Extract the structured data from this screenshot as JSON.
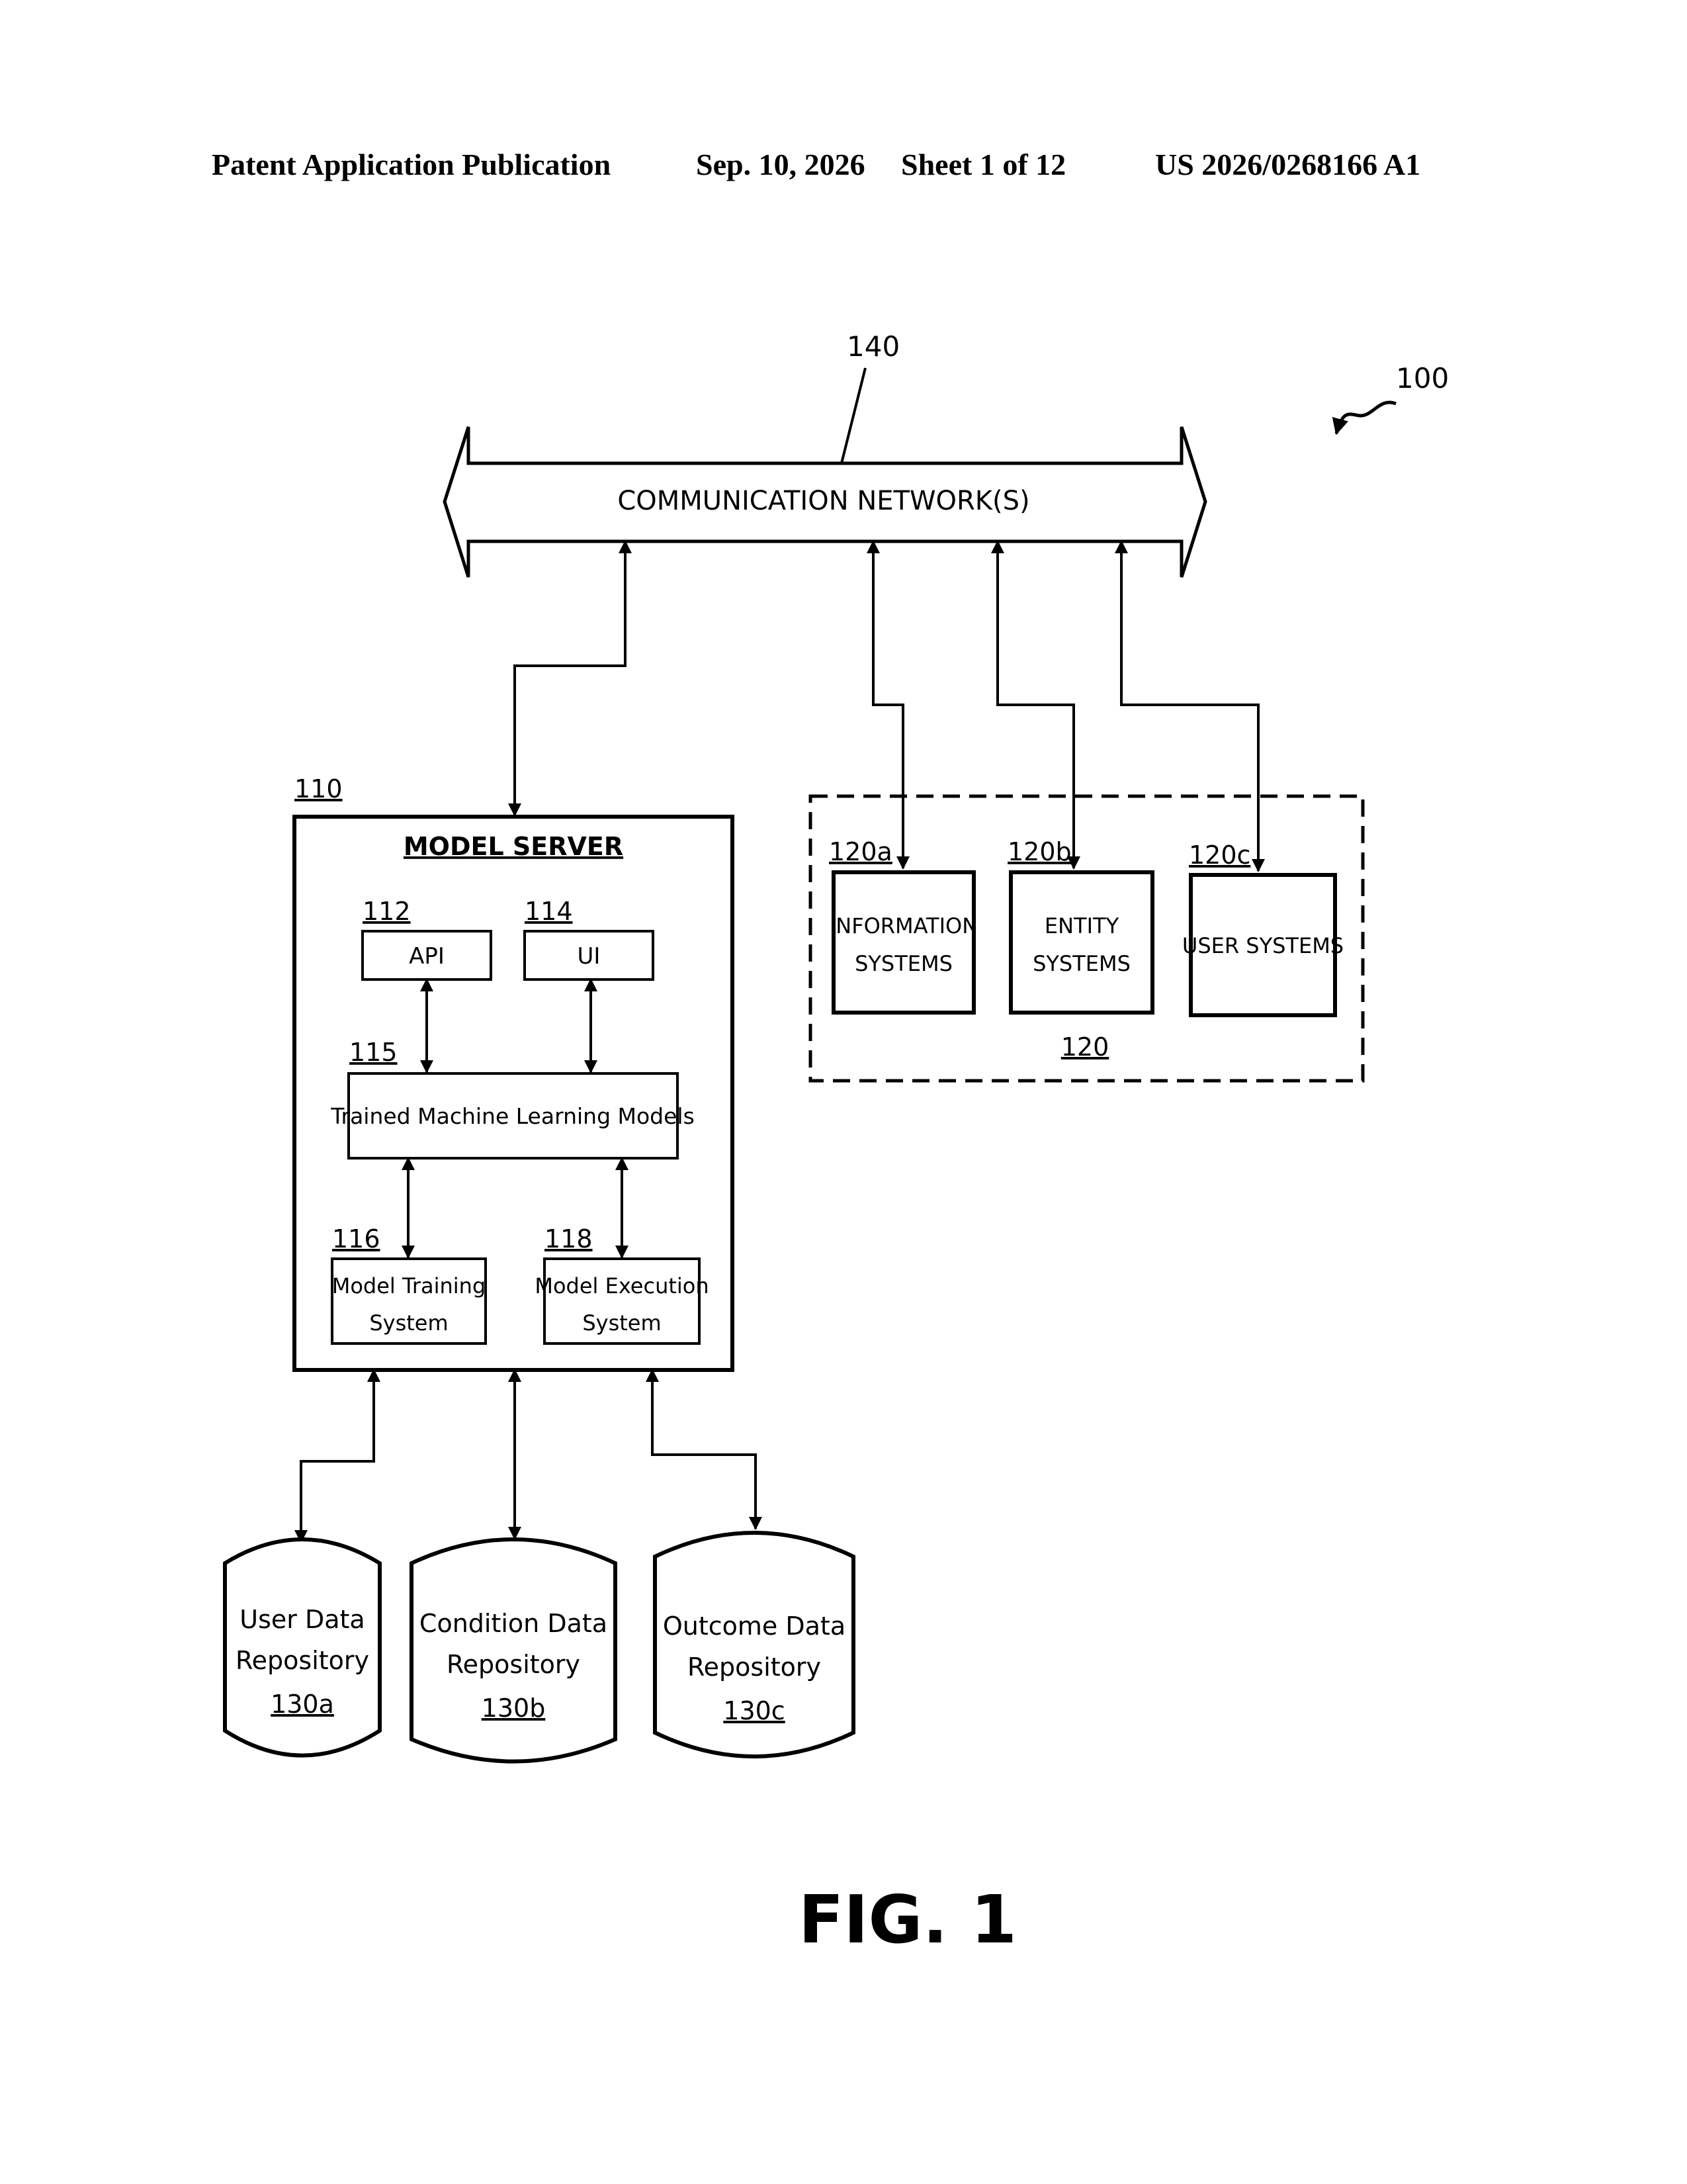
{
  "header": {
    "publication": "Patent Application Publication",
    "date": "Sep. 10, 2026",
    "sheet": "Sheet 1 of 12",
    "number": "US 2026/0268166 A1"
  },
  "refs": {
    "system": "100",
    "network": "140",
    "model_server": "110",
    "api": "112",
    "ui": "114",
    "trained_models": "115",
    "model_training": "116",
    "model_execution": "118",
    "external_group": "120",
    "information_systems": "120a",
    "entity_systems": "120b",
    "user_systems": "120c",
    "user_data_repo": "130a",
    "condition_data_repo": "130b",
    "outcome_data_repo": "130c"
  },
  "labels": {
    "network": "COMMUNICATION NETWORK(S)",
    "model_server": "MODEL SERVER",
    "api": "API",
    "ui": "UI",
    "trained_models": "Trained Machine Learning Models",
    "model_training": [
      "Model Training",
      "System"
    ],
    "model_execution": [
      "Model Execution",
      "System"
    ],
    "information_systems": [
      "INFORMATION",
      "SYSTEMS"
    ],
    "entity_systems": [
      "ENTITY",
      "SYSTEMS"
    ],
    "user_systems": "USER SYSTEMS",
    "user_data_repo": [
      "User Data",
      "Repository"
    ],
    "condition_data_repo": [
      "Condition Data",
      "Repository"
    ],
    "outcome_data_repo": [
      "Outcome Data",
      "Repository"
    ]
  },
  "figure_label": "FIG. 1"
}
